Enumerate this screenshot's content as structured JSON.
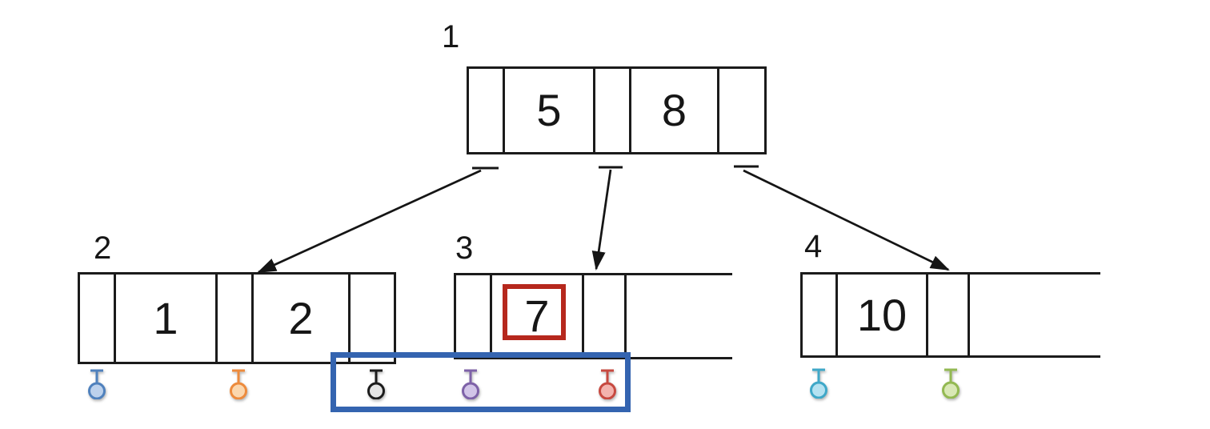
{
  "diagram": {
    "type": "b-tree-index-pages",
    "nodes": [
      {
        "label": "1",
        "keys": [
          "5",
          "8"
        ]
      },
      {
        "label": "2",
        "keys": [
          "1",
          "2"
        ]
      },
      {
        "label": "3",
        "keys": [
          "7"
        ]
      },
      {
        "label": "4",
        "keys": [
          "10"
        ]
      }
    ],
    "highlights": {
      "key_highlight": {
        "key": "7",
        "color": "#b6281d"
      },
      "group_highlight_color": "#3464b0"
    },
    "pins": [
      {
        "name": "blue",
        "stroke": "#4f81bd",
        "fill": "#bcd1ec"
      },
      {
        "name": "orange",
        "stroke": "#ed8b3d",
        "fill": "#fbd7ae"
      },
      {
        "name": "black",
        "stroke": "#1c1c1c",
        "fill": "#e4e4e4"
      },
      {
        "name": "purple",
        "stroke": "#7e62a8",
        "fill": "#d2c5e8"
      },
      {
        "name": "red",
        "stroke": "#c74940",
        "fill": "#f3b3ae"
      },
      {
        "name": "cyan",
        "stroke": "#3fa8c8",
        "fill": "#b5e2f1"
      },
      {
        "name": "green",
        "stroke": "#93b952",
        "fill": "#d9e8b6"
      }
    ],
    "colors": {
      "line": "#1b1b1b",
      "background": "#ffffff"
    }
  }
}
